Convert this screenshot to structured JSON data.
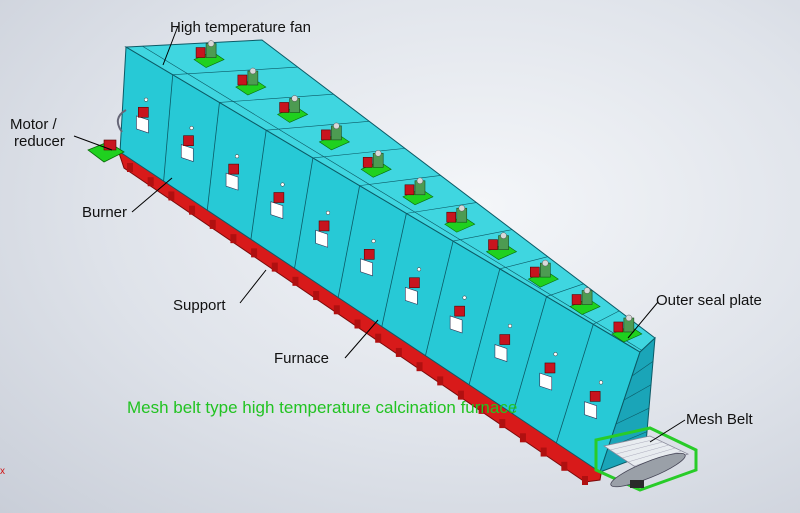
{
  "labels": {
    "high_temperature_fan": "High temperature fan",
    "motor_reducer_line1": "Motor /",
    "motor_reducer_line2": "reducer",
    "burner": "Burner",
    "support": "Support",
    "outer_seal_plate": "Outer seal plate",
    "furnace": "Furnace",
    "mesh_belt": "Mesh Belt"
  },
  "caption": "Mesh belt type high temperature calcination furnace",
  "corner_mark": "x",
  "colors": {
    "furnace_body": "#27c9d6",
    "furnace_top": "#3fd6e0",
    "furnace_side": "#1aa5b8",
    "edge": "#0c5a66",
    "support_frame": "#d81a1a",
    "fan_base": "#1fd11f",
    "fan_motor": "#4d9b52",
    "burner": "#c8141e",
    "mesh_belt_frame": "#28cc28",
    "caption": "#22c322"
  },
  "counts": {
    "fan_units": 11,
    "burners": 11
  }
}
